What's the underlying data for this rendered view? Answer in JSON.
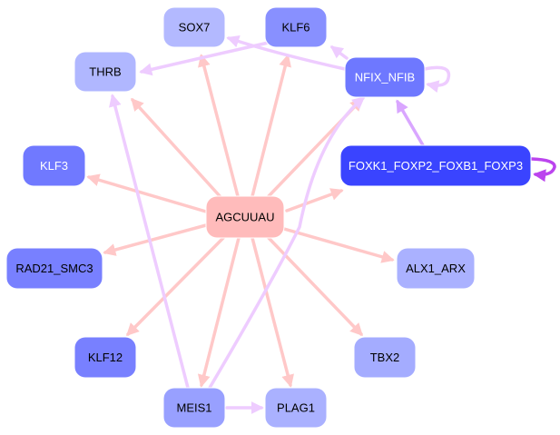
{
  "graph": {
    "title": "",
    "colors": {
      "edge_regulator": "#ffc8c8",
      "edge_tf": "#eeccff",
      "edge_tf_strong": "#d9a6ff",
      "edge_self_strong": "#bb44ee"
    },
    "nodes": [
      {
        "id": "SOX7",
        "label": "SOX7",
        "fill": "#b3b9ff",
        "text": "#000000"
      },
      {
        "id": "KLF6",
        "label": "KLF6",
        "fill": "#8890ff",
        "text": "#000000"
      },
      {
        "id": "THRB",
        "label": "THRB",
        "fill": "#b0b7ff",
        "text": "#000000"
      },
      {
        "id": "NFIX_NFIB",
        "label": "NFIX_NFIB",
        "fill": "#6e78ff",
        "text": "#ffffff"
      },
      {
        "id": "FOXK1_FOXP2_FOXB1_FOXP3",
        "label": "FOXK1_FOXP2_FOXB1_FOXP3",
        "fill": "#3a44ff",
        "text": "#ffffff"
      },
      {
        "id": "KLF3",
        "label": "KLF3",
        "fill": "#7079ff",
        "text": "#ffffff"
      },
      {
        "id": "AGCUUAU",
        "label": "AGCUUAU",
        "fill": "#ffbbbb",
        "text": "#000000"
      },
      {
        "id": "RAD21_SMC3",
        "label": "RAD21_SMC3",
        "fill": "#7880ff",
        "text": "#000000"
      },
      {
        "id": "ALX1_ARX",
        "label": "ALX1_ARX",
        "fill": "#aab1ff",
        "text": "#000000"
      },
      {
        "id": "KLF12",
        "label": "KLF12",
        "fill": "#7880ff",
        "text": "#000000"
      },
      {
        "id": "TBX2",
        "label": "TBX2",
        "fill": "#a4acff",
        "text": "#000000"
      },
      {
        "id": "MEIS1",
        "label": "MEIS1",
        "fill": "#98a0ff",
        "text": "#000000"
      },
      {
        "id": "PLAG1",
        "label": "PLAG1",
        "fill": "#aab1ff",
        "text": "#000000"
      }
    ],
    "edges": [
      {
        "from": "AGCUUAU",
        "to": "SOX7",
        "type": "regulator"
      },
      {
        "from": "AGCUUAU",
        "to": "KLF6",
        "type": "regulator"
      },
      {
        "from": "AGCUUAU",
        "to": "THRB",
        "type": "regulator"
      },
      {
        "from": "AGCUUAU",
        "to": "NFIX_NFIB",
        "type": "regulator"
      },
      {
        "from": "AGCUUAU",
        "to": "FOXK1_FOXP2_FOXB1_FOXP3",
        "type": "regulator"
      },
      {
        "from": "AGCUUAU",
        "to": "KLF3",
        "type": "regulator"
      },
      {
        "from": "AGCUUAU",
        "to": "RAD21_SMC3",
        "type": "regulator"
      },
      {
        "from": "AGCUUAU",
        "to": "ALX1_ARX",
        "type": "regulator"
      },
      {
        "from": "AGCUUAU",
        "to": "KLF12",
        "type": "regulator"
      },
      {
        "from": "AGCUUAU",
        "to": "TBX2",
        "type": "regulator"
      },
      {
        "from": "AGCUUAU",
        "to": "MEIS1",
        "type": "regulator"
      },
      {
        "from": "AGCUUAU",
        "to": "PLAG1",
        "type": "regulator"
      },
      {
        "from": "KLF6",
        "to": "THRB",
        "type": "tf"
      },
      {
        "from": "NFIX_NFIB",
        "to": "SOX7",
        "type": "tf"
      },
      {
        "from": "NFIX_NFIB",
        "to": "KLF6",
        "type": "tf"
      },
      {
        "from": "NFIX_NFIB",
        "to": "NFIX_NFIB",
        "type": "tf"
      },
      {
        "from": "FOXK1_FOXP2_FOXB1_FOXP3",
        "to": "NFIX_NFIB",
        "type": "tf_strong"
      },
      {
        "from": "FOXK1_FOXP2_FOXB1_FOXP3",
        "to": "FOXK1_FOXP2_FOXB1_FOXP3",
        "type": "self_strong"
      },
      {
        "from": "MEIS1",
        "to": "THRB",
        "type": "tf"
      },
      {
        "from": "MEIS1",
        "to": "NFIX_NFIB",
        "type": "tf"
      },
      {
        "from": "MEIS1",
        "to": "PLAG1",
        "type": "tf"
      }
    ]
  }
}
